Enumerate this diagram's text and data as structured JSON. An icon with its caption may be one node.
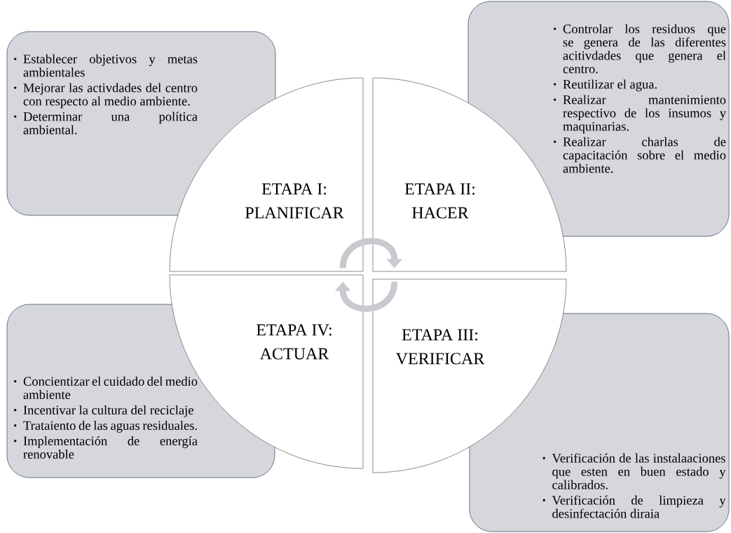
{
  "diagram": {
    "nodes": [
      {
        "text": [
          "Establecer objetivos y metas ambientales",
          "Mejorar las activdades del centro con respecto al medio ambiente.",
          "Determinar una política ambiental."
        ]
      },
      {
        "text": [
          "Controlar los residuos que se genera de las diferentes acitivdades que genera el centro.",
          "Reutilizar el agua.",
          "Realizar mantenimiento respectivo de los insumos y maquinarias.",
          "Realizar charlas de capacitación sobre el medio ambiente."
        ]
      },
      {
        "text": [
          "ETAPA I: PLANIFICAR"
        ]
      },
      {
        "text": [
          "ETAPA II: HACER"
        ]
      },
      {
        "text": [
          "ETAPA IV: ACTUAR"
        ]
      },
      {
        "text": [
          "ETAPA III: VERIFICAR"
        ]
      },
      {
        "text": [
          "Concientizar el cuidado del medio ambiente",
          "Incentivar la cultura del reciclaje",
          "Trataiento de las aguas residuales.",
          "Implementación de energía renovable"
        ]
      },
      {
        "text": [
          "Verificación de las instalaaciones que esten en buen estado y calibrados.",
          "Verificación de limpieza y desinfectación diraia"
        ]
      }
    ],
    "edges": [
      {
        "from": 2,
        "to": 3,
        "arrow": "to"
      },
      {
        "from": 5,
        "to": 4,
        "arrow": "to"
      }
    ]
  }
}
